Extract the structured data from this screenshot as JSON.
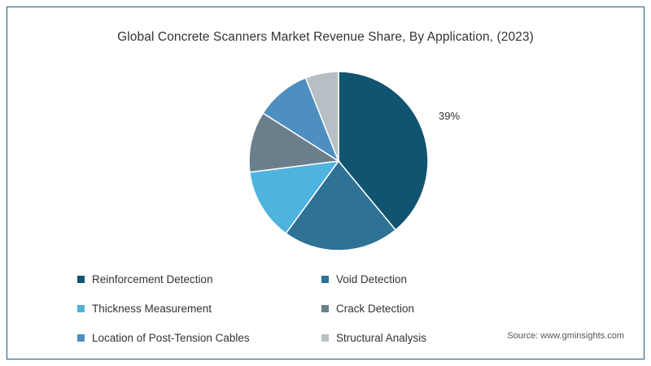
{
  "title": "Global Concrete Scanners Market Revenue Share, By Application, (2023)",
  "source": "Source: www.gminsights.com",
  "callout": {
    "text": "39%"
  },
  "chart_data": {
    "type": "pie",
    "title": "Global Concrete Scanners Market Revenue Share, By Application, (2023)",
    "labels": [
      "Reinforcement Detection",
      "Void Detection",
      "Thickness Measurement",
      "Crack Detection",
      "Location of Post-Tension Cables",
      "Structural Analysis"
    ],
    "values": [
      39,
      21,
      13,
      11,
      10,
      6
    ],
    "colors": [
      "#11546f",
      "#2e7296",
      "#4fb3e0",
      "#6b7e8c",
      "#4c8fc0",
      "#b6bfc4"
    ],
    "data_labels": [
      "39%"
    ],
    "legend_position": "bottom",
    "start_angle_deg": 0,
    "direction": "clockwise"
  },
  "legend": [
    {
      "label": "Reinforcement Detection",
      "color": "#11546f"
    },
    {
      "label": "Void Detection",
      "color": "#2e7296"
    },
    {
      "label": "Thickness Measurement",
      "color": "#4fb3e0"
    },
    {
      "label": "Crack Detection",
      "color": "#6b7e8c"
    },
    {
      "label": "Location of Post-Tension Cables",
      "color": "#4c8fc0"
    },
    {
      "label": "Structural Analysis",
      "color": "#b6bfc4"
    }
  ]
}
